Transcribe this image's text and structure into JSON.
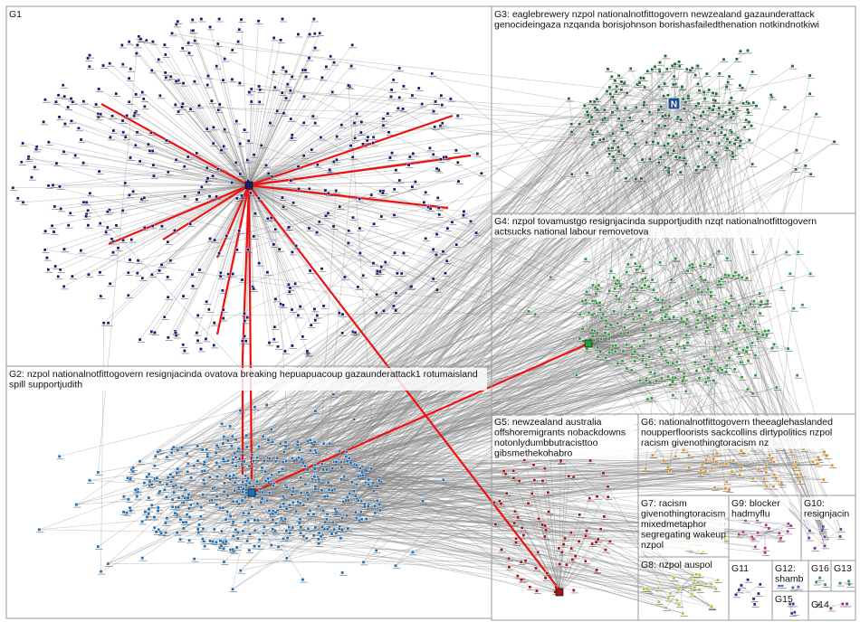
{
  "groups": [
    {
      "id": "G1",
      "label": "G1",
      "lines": [],
      "color": "#1a1a6e"
    },
    {
      "id": "G2",
      "label": "G2: nzpol nationalnotfittogovern resignjacinda ovatova breaking hepuapuacoup gazaunderattack1 rotumaisland",
      "lines": [
        "spill supportjudith"
      ],
      "color": "#1f6fb4"
    },
    {
      "id": "G3",
      "label": "G3: eaglebrewery nzpol nationalnotfittogovern newzealand gazaunderattack",
      "lines": [
        "genocideingaza nzqanda borisjohnson borishasfailedthenation notkindnotkiwi"
      ],
      "color": "#1e6b3a"
    },
    {
      "id": "G4",
      "label": "G4: nzpol tovamustgo resignjacinda supportjudith nzqt nationalnotfittogovern",
      "lines": [
        "actsucks national labour removetova"
      ],
      "color": "#2e9a3a"
    },
    {
      "id": "G5",
      "label": "G5: newzealand australia",
      "lines": [
        "offshoremigrants nobackdowns",
        "notonlydumbbutracisttoo",
        "gibsmethekohabro"
      ],
      "color": "#a01515"
    },
    {
      "id": "G6",
      "label": "G6: nationalnotfittogovern theeaglehaslanded",
      "lines": [
        "noupperfloorists sackcollins dirtypolitics nzpol",
        "racism givenothingtoracism nz"
      ],
      "color": "#e0922a"
    },
    {
      "id": "G7",
      "label": "G7: racism",
      "lines": [
        "givenothingtoracism",
        "mixedmetaphor",
        "segregating wakeup",
        "nzpol"
      ],
      "color": "#e8d93a"
    },
    {
      "id": "G8",
      "label": "G8: nzpol auspol",
      "lines": [],
      "color": "#a8c83a"
    },
    {
      "id": "G9",
      "label": "G9: blocker",
      "lines": [
        "hadmyflu"
      ],
      "color": "#b0308a"
    },
    {
      "id": "G10",
      "label": "G10:",
      "lines": [
        "resignjacin"
      ],
      "color": "#6a3aa0"
    },
    {
      "id": "G11",
      "label": "G11",
      "lines": [],
      "color": "#2a2a8a"
    },
    {
      "id": "G12",
      "label": "G12:",
      "lines": [
        "shamb"
      ],
      "color": "#3a6ab0"
    },
    {
      "id": "G13",
      "label": "G13",
      "lines": [],
      "color": "#2a8a8a"
    },
    {
      "id": "G14",
      "label": "G14",
      "lines": [],
      "color": "#8a2a8a"
    },
    {
      "id": "G15",
      "label": "G15",
      "lines": [],
      "color": "#5a2a9a"
    },
    {
      "id": "G16",
      "label": "G16",
      "lines": [],
      "color": "#2a9a4a"
    }
  ],
  "hub_badge": {
    "letter": "N",
    "color": "#1b4f8a"
  }
}
